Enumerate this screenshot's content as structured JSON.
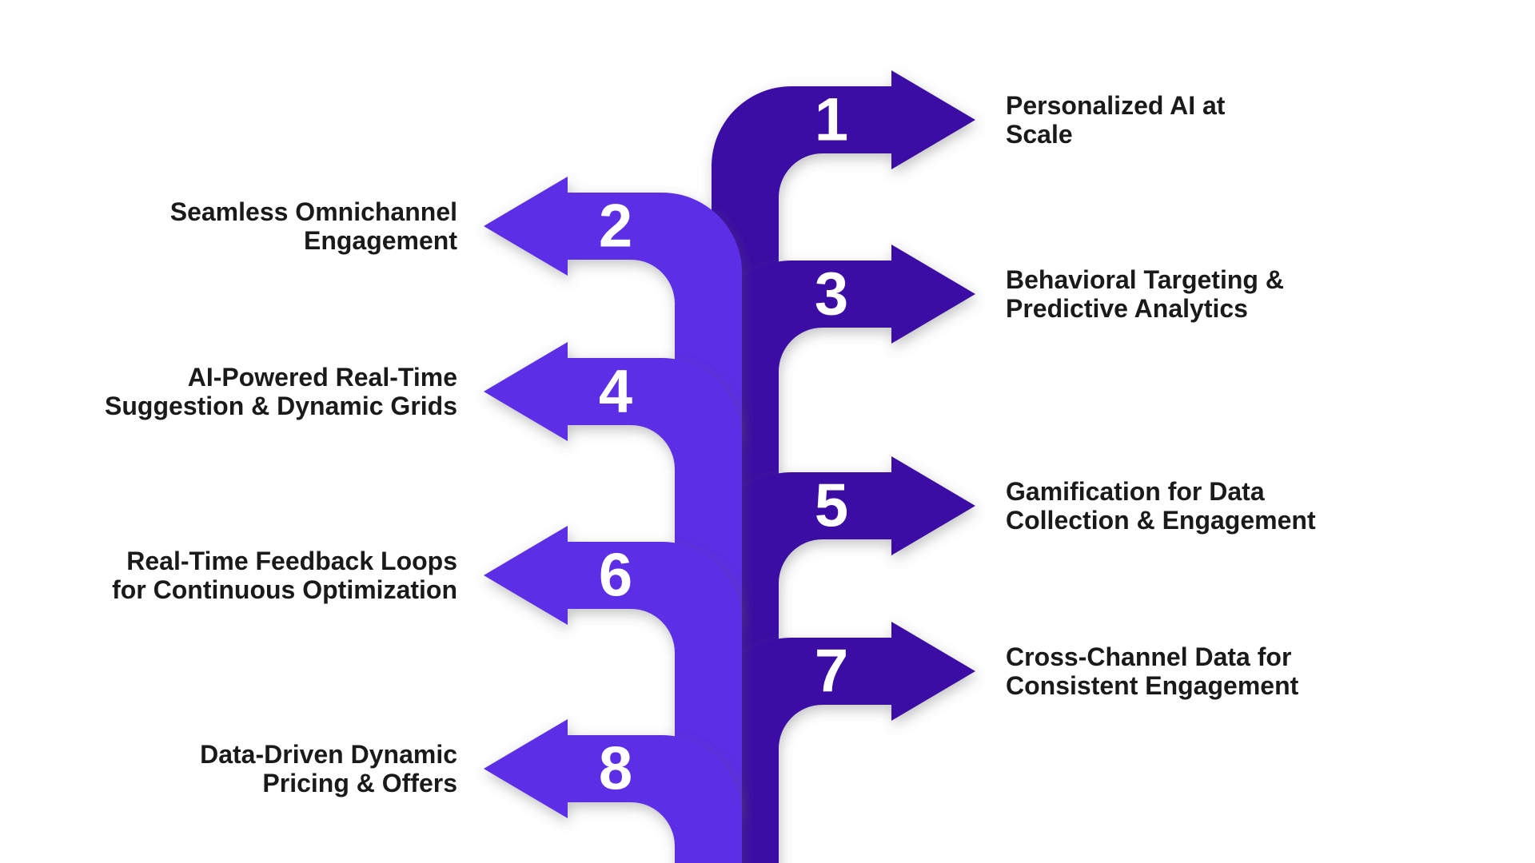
{
  "diagram": {
    "colors": {
      "right_arrow": "#3A0EA4",
      "left_arrow": "#5B2EE5",
      "label_text": "#1A1A1A",
      "number_text": "#FFFFFF",
      "background": "#FFFFFF"
    },
    "items": [
      {
        "number": "1",
        "side": "right",
        "label_lines": [
          "Personalized AI at",
          "Scale"
        ]
      },
      {
        "number": "2",
        "side": "left",
        "label_lines": [
          "Seamless Omnichannel",
          "Engagement"
        ]
      },
      {
        "number": "3",
        "side": "right",
        "label_lines": [
          "Behavioral Targeting &",
          "Predictive Analytics"
        ]
      },
      {
        "number": "4",
        "side": "left",
        "label_lines": [
          "AI-Powered Real-Time",
          "Suggestion & Dynamic Grids"
        ]
      },
      {
        "number": "5",
        "side": "right",
        "label_lines": [
          "Gamification for Data",
          "Collection & Engagement"
        ]
      },
      {
        "number": "6",
        "side": "left",
        "label_lines": [
          "Real-Time Feedback Loops",
          "for Continuous Optimization"
        ]
      },
      {
        "number": "7",
        "side": "right",
        "label_lines": [
          "Cross-Channel Data for",
          "Consistent Engagement"
        ]
      },
      {
        "number": "8",
        "side": "left",
        "label_lines": [
          "Data-Driven Dynamic",
          "Pricing & Offers"
        ]
      }
    ]
  }
}
